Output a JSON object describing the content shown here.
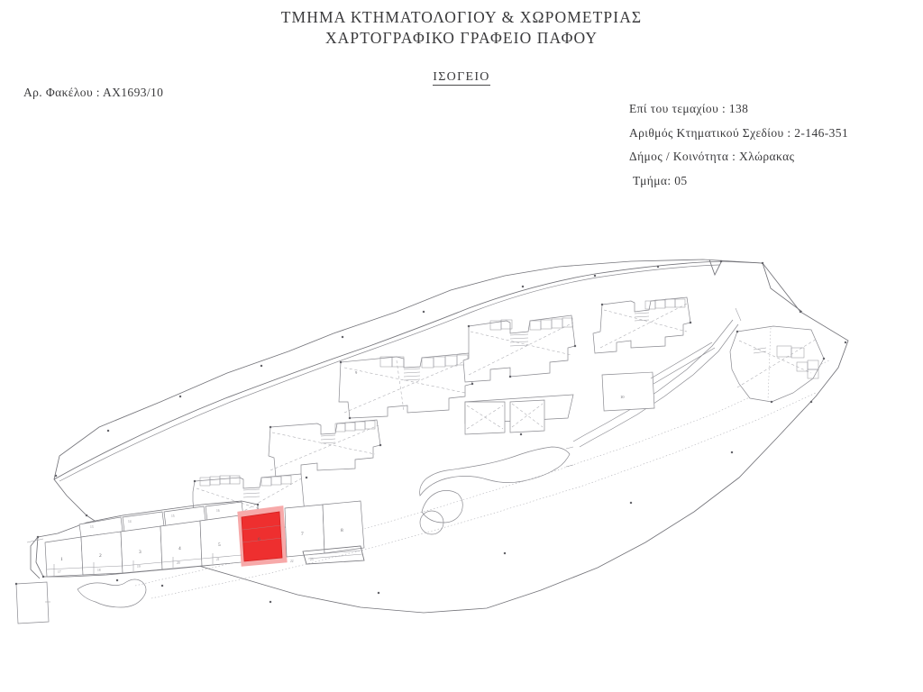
{
  "document": {
    "title_line1": "ΤΜΗΜΑ ΚΤΗΜΑΤΟΛΟΓΙΟΥ & ΧΩΡΟΜΕΤΡΙΑΣ",
    "title_line2": "ΧΑΡΤΟΓΡΑΦΙΚΟ ΓΡΑΦΕΙΟ ΠΑΦΟΥ",
    "subtitle": "ΙΣΟΓΕΙΟ",
    "file_reference": "Αρ. Φακέλου :  ΑΧ1693/10"
  },
  "meta": {
    "parcel": "Επί του τεμαχίου :  138",
    "plan_number": "Αριθμός Κτηματικού Σχεδίου :  2-146-351",
    "municipality": "Δήμος / Κοινότητα :  Χλώρακας",
    "section": "Τμήμα: 05"
  },
  "colors": {
    "highlight_fill": "#ee2f2f",
    "highlight_halo": "#f9a8a8",
    "line": "#6f6f74",
    "line_light": "#9a9aa0",
    "text": "#3a3a3c"
  },
  "plan": {
    "unit_labels": [
      "1",
      "2",
      "3",
      "4",
      "5",
      "6",
      "7",
      "8"
    ],
    "highlighted_unit": "6",
    "building_labels": [
      "9",
      "10"
    ],
    "boundary_marks": 18,
    "dimension_labels": [
      "13",
      "14",
      "15",
      "16",
      "17",
      "18",
      "19",
      "20",
      "21",
      "22",
      "23"
    ]
  }
}
